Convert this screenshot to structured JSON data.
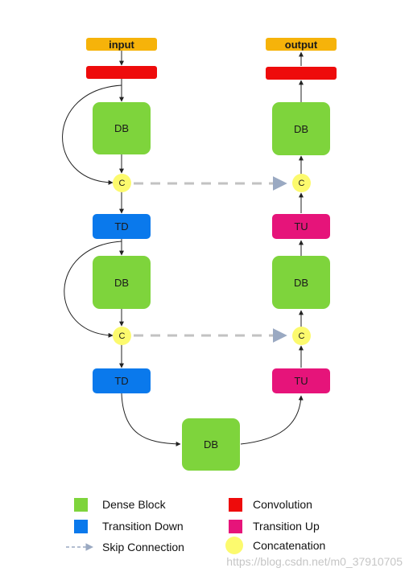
{
  "colors": {
    "io": "#f6b30a",
    "conv": "#ee0b0b",
    "dense": "#7ed43c",
    "td": "#0a79ec",
    "tu": "#e6147a",
    "cat": "#fcfa6e",
    "skip": "#c2c2c2",
    "arrow": "#222222"
  },
  "nodes": {
    "input": "input",
    "output": "output",
    "db": "DB",
    "td": "TD",
    "tu": "TU",
    "cat": "C"
  },
  "legend": {
    "dense_block": "Dense Block",
    "convolution": "Convolution",
    "transition_down": "Transition Down",
    "transition_up": "Transition Up",
    "skip_connection": "Skip Connection",
    "concatenation": "Concatenation"
  },
  "watermark": "https://blog.csdn.net/m0_37910705"
}
